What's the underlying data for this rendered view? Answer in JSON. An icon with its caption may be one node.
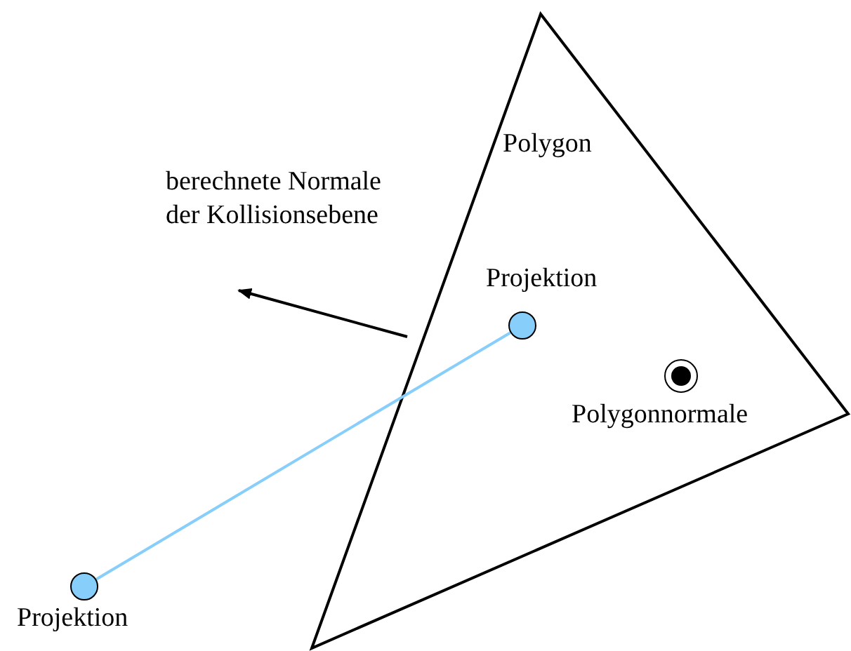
{
  "diagram": {
    "nodes": [
      {
        "text": [
          "Polygon"
        ]
      },
      {
        "text": [],
        "shape": "circle",
        "beside": [
          "Projektion"
        ],
        "in": 0
      },
      {
        "text": [],
        "shape": "circle",
        "beside": [
          "Polygonnormale"
        ],
        "in": 0
      },
      {
        "text": [],
        "shape": "circle",
        "beside": [
          "Projektion"
        ]
      }
    ],
    "edges": [
      {
        "from": 3,
        "to": 1,
        "arrow": "none",
        "color": "#87cefa"
      }
    ],
    "labels": [
      "berechnete Normale der Kollisionsebene"
    ]
  }
}
